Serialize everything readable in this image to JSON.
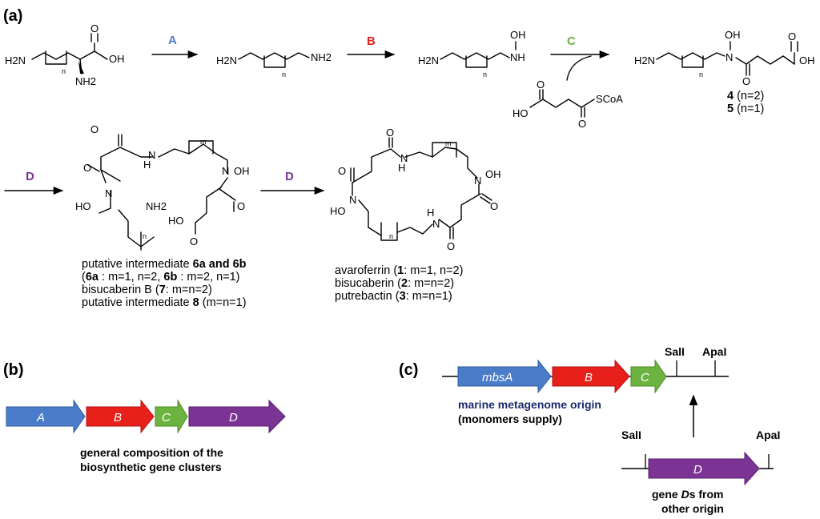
{
  "panels": {
    "a": "(a)",
    "b": "(b)",
    "c": "(c)"
  },
  "enzymes": {
    "A": "A",
    "B": "B",
    "C": "C",
    "D": "D"
  },
  "colors": {
    "A": "#4a7cc9",
    "B": "#e8201c",
    "C": "#6db33f",
    "D": "#7b3394",
    "text_dark": "#1a2a6c"
  },
  "atoms": {
    "H2N": "H2N",
    "NH2": "NH2",
    "OH": "OH",
    "HO": "HO",
    "O": "O",
    "N": "N",
    "H": "H",
    "NH": "NH",
    "SCoA": "SCoA",
    "n": "n",
    "m": "m"
  },
  "compounds": {
    "c4": {
      "num": "4",
      "cond": " (n=2)"
    },
    "c5": {
      "num": "5",
      "cond": " (n=1)"
    }
  },
  "captions": {
    "left": {
      "l1_pre": "putative intermediate ",
      "l1_bold": "6a and 6b",
      "l2_a": "(",
      "l2_b": "6a",
      "l2_c": " : m=1, n=2, ",
      "l2_d": "6b",
      "l2_e": " : m=2, n=1)",
      "l3_pre": "bisucaberin B (",
      "l3_bold": "7",
      "l3_post": ": m=n=2)",
      "l4_pre": "putative intermediate ",
      "l4_bold": "8",
      "l4_post": " (m=n=1)"
    },
    "right": {
      "l1_pre": "avaroferrin (",
      "l1_bold": "1",
      "l1_post": ": m=1, n=2)",
      "l2_pre": "bisucaberin (",
      "l2_bold": "2",
      "l2_post": ": m=n=2)",
      "l3_pre": "putrebactin (",
      "l3_bold": "3",
      "l3_post": ": m=n=1)"
    }
  },
  "genes_b": [
    "A",
    "B",
    "C",
    "D"
  ],
  "genes_c": {
    "g1": "mbsA",
    "g2": "B",
    "g3": "C",
    "g4": "D"
  },
  "sites": {
    "sall": "SalI",
    "apal": "ApaI"
  },
  "notes": {
    "b_line1": "general composition of the",
    "b_line2": "biosynthetic gene clusters",
    "c_line1": "marine metagenome origin",
    "c_line2": "(monomers supply)",
    "c_line3_pre": "gene ",
    "c_line3_ital": "D",
    "c_line3_post": "s from",
    "c_line4": "other origin"
  }
}
